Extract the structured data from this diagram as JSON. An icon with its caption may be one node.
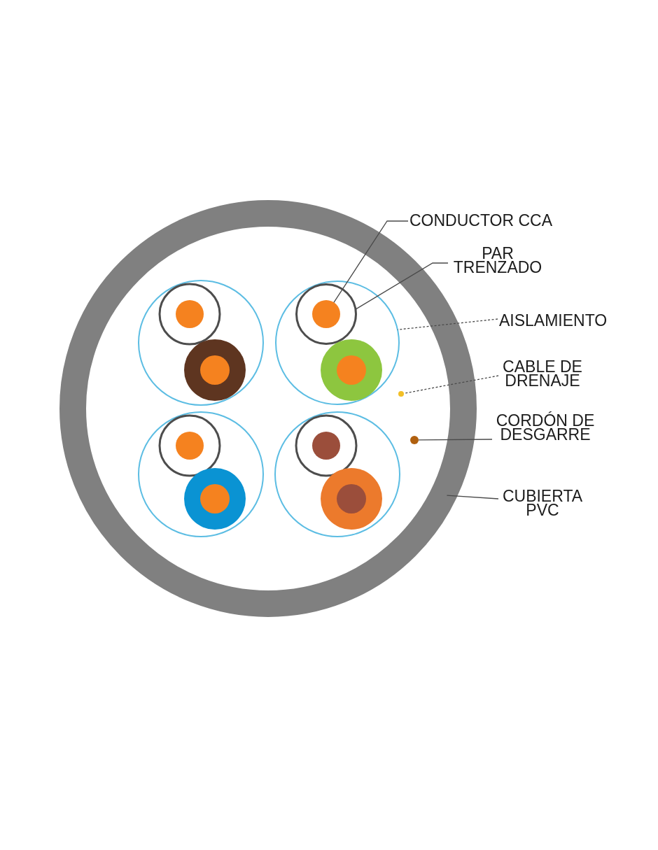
{
  "diagram": {
    "nodes": [
      {
        "text": [
          "CONDUCTOR CCA"
        ]
      },
      {
        "text": [
          "PAR TRENZADO"
        ]
      },
      {
        "text": [
          "AISLAMIENTO"
        ]
      },
      {
        "text": [
          "CABLE DE DRENAJE"
        ]
      },
      {
        "text": [
          "CORDÓN DE DESGARRE"
        ]
      },
      {
        "text": [
          "CUBIERTA PVC"
        ]
      },
      {
        "text": [],
        "shape": "circle"
      },
      {
        "text": [],
        "shape": "circle",
        "in": 6
      },
      {
        "text": [],
        "shape": "circle",
        "in": 7
      },
      {
        "text": [],
        "shape": "circle",
        "in": 8
      },
      {
        "text": [],
        "shape": "circle",
        "in": 6
      },
      {
        "text": [],
        "shape": "circle",
        "in": 6
      }
    ],
    "edges": [
      {
        "from": 0,
        "to": 9,
        "arrow": "none"
      },
      {
        "from": 1,
        "to": 8,
        "arrow": "none"
      },
      {
        "from": 2,
        "to": 7,
        "arrow": "none",
        "style": "dashed"
      },
      {
        "from": 3,
        "to": 10,
        "arrow": "none",
        "style": "dashed"
      },
      {
        "from": 4,
        "to": 11,
        "arrow": "none"
      },
      {
        "from": 5,
        "to": 6,
        "arrow": "none"
      }
    ]
  }
}
